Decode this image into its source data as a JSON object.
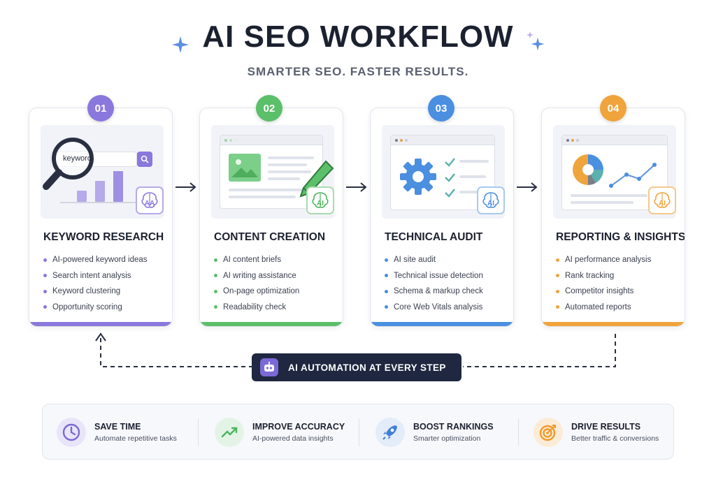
{
  "header": {
    "title": "AI SEO WORKFLOW",
    "subtitle": "SMARTER SEO. FASTER RESULTS."
  },
  "steps": [
    {
      "number": "01",
      "title": "KEYWORD RESEARCH",
      "color": "#8a78dc",
      "search_text": "keyword",
      "chip_text": "AA",
      "items": [
        "AI-powered keyword ideas",
        "Search intent analysis",
        "Keyword clustering",
        "Opportunity scoring"
      ]
    },
    {
      "number": "02",
      "title": "CONTENT CREATION",
      "color": "#5cbf6a",
      "chip_text": "AI",
      "items": [
        "AI content briefs",
        "AI writing assistance",
        "On-page optimization",
        "Readability check"
      ]
    },
    {
      "number": "03",
      "title": "TECHNICAL AUDIT",
      "color": "#4a8fe0",
      "chip_text": "AI",
      "items": [
        "AI site audit",
        "Technical issue detection",
        "Schema & markup check",
        "Core Web Vitals analysis"
      ]
    },
    {
      "number": "04",
      "title": "REPORTING & INSIGHTS",
      "color": "#f0a43c",
      "chip_text": "AI",
      "items": [
        "AI performance analysis",
        "Rank tracking",
        "Competitor insights",
        "Automated reports"
      ]
    }
  ],
  "automation": {
    "label": "AI AUTOMATION AT EVERY STEP",
    "icon": "robot-icon"
  },
  "benefits": [
    {
      "title": "SAVE TIME",
      "desc": "Automate repetitive tasks",
      "icon": "clock-icon",
      "color": "#7b69d6"
    },
    {
      "title": "IMPROVE ACCURACY",
      "desc": "AI-powered data insights",
      "icon": "trend-up-icon",
      "color": "#4cb45e"
    },
    {
      "title": "BOOST RANKINGS",
      "desc": "Smarter optimization",
      "icon": "rocket-icon",
      "color": "#3f7fd8"
    },
    {
      "title": "DRIVE RESULTS",
      "desc": "Better traffic & conversions",
      "icon": "target-icon",
      "color": "#f09a2c"
    }
  ]
}
